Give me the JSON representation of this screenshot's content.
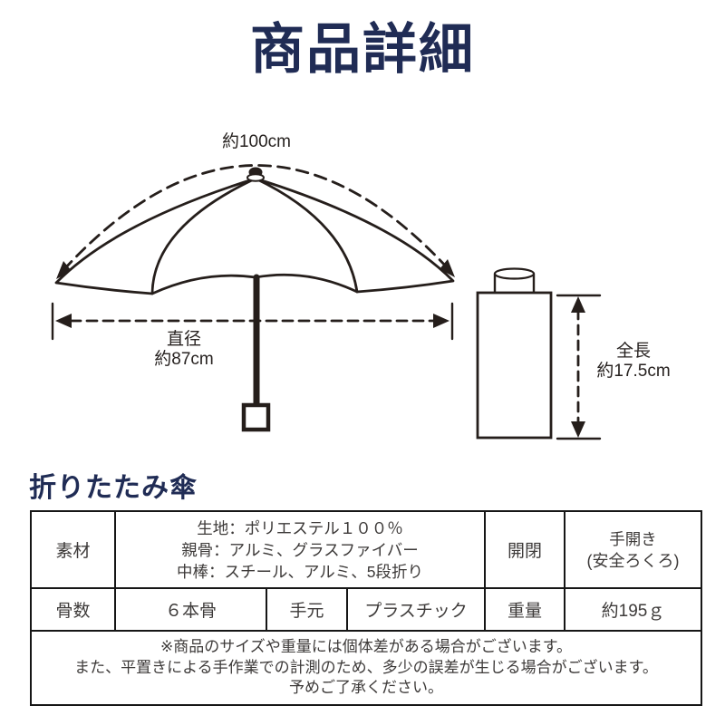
{
  "colors": {
    "background": "#ffffff",
    "accent_navy": "#202c55",
    "line_ink": "#251e1b",
    "table_text": "#3d3a39",
    "table_border": "#161616"
  },
  "title": "商品詳細",
  "diagram": {
    "arc_width_label": "約100cm",
    "diameter_label_line1": "直径",
    "diameter_label_line2": "約87cm",
    "folded_length_label_line1": "全長",
    "folded_length_label_line2": "約17.5cm"
  },
  "section": {
    "heading": "折りたたみ傘"
  },
  "spec_table": {
    "material_header": "素材",
    "material_lines": [
      "生地：ポリエステル１００％",
      "親骨：アルミ、グラスファイバー",
      "中棒：スチール、アルミ、5段折り"
    ],
    "open_close_header": "開閉",
    "open_close_value_line1": "手開き",
    "open_close_value_line2": "(安全ろくろ)",
    "ribs_header": "骨数",
    "ribs_value": "６本骨",
    "handle_header": "手元",
    "handle_value": "プラスチック",
    "weight_header": "重量",
    "weight_value": "約195ｇ",
    "notes": [
      "※商品のサイズや重量には個体差がある場合がございます。",
      "また、平置きによる手作業での計測のため、多少の誤差が生じる場合がございます。",
      "予めご了承ください。"
    ]
  }
}
